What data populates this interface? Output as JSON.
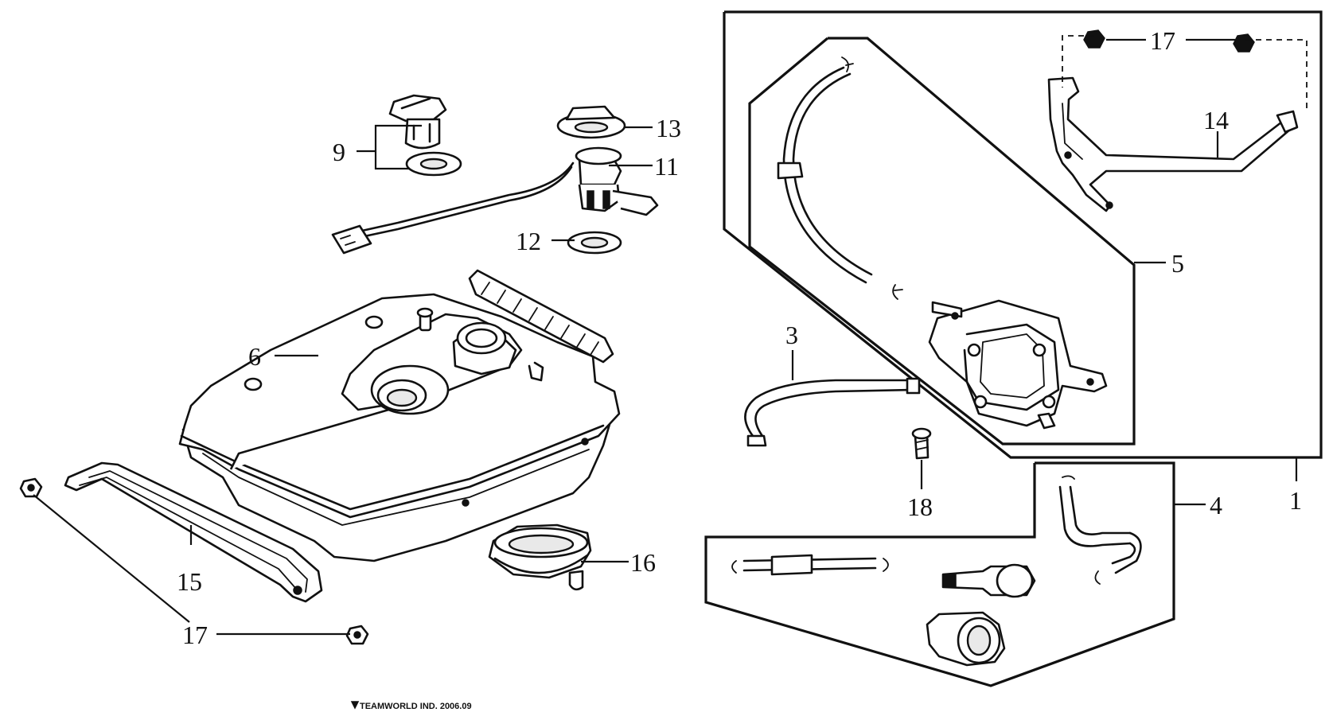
{
  "diagram": {
    "callouts": {
      "c1": "1",
      "c3": "3",
      "c4": "4",
      "c5": "5",
      "c6": "6",
      "c9": "9",
      "c11": "11",
      "c12": "12",
      "c13": "13",
      "c14": "14",
      "c15": "15",
      "c16": "16",
      "c17_top": "17",
      "c17_bottom": "17",
      "c18": "18"
    },
    "footer_text": "TEAMWORLD IND. 2006.09"
  }
}
